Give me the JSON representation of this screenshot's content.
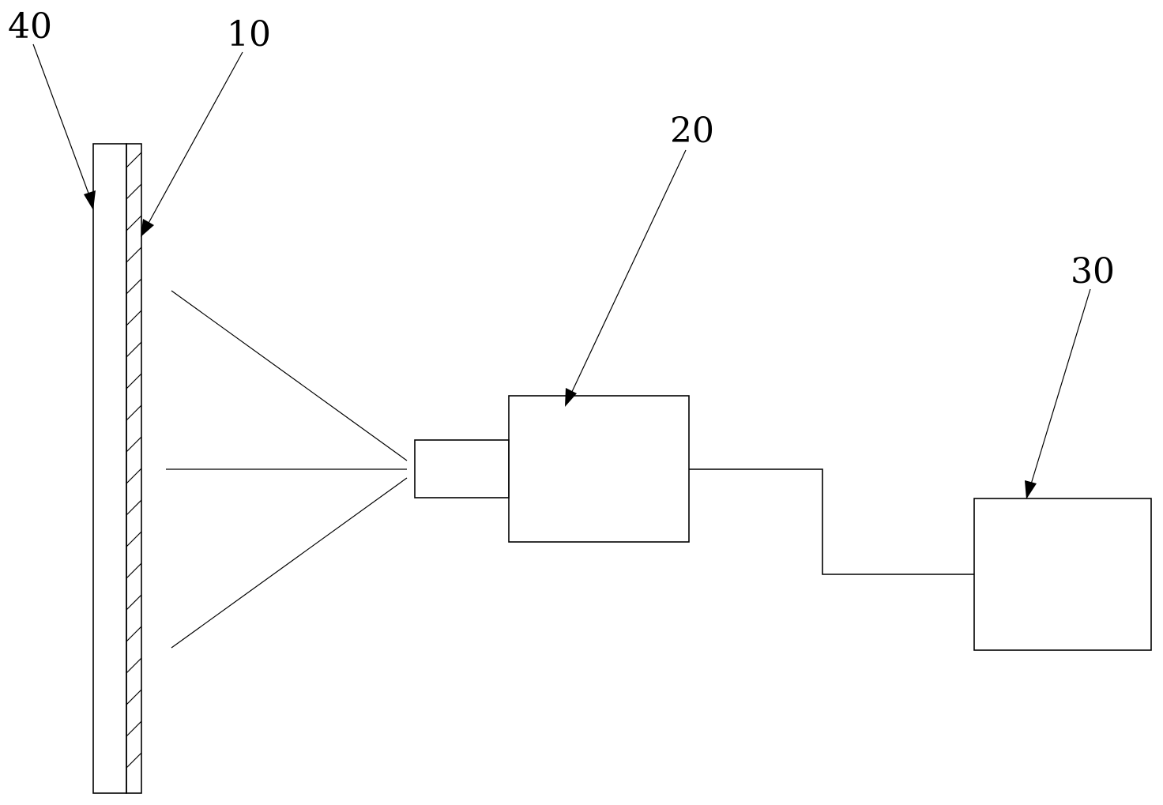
{
  "labels": {
    "ref_40": "40",
    "ref_10": "10",
    "ref_20": "20",
    "ref_30": "30"
  },
  "colors": {
    "line": "#000000",
    "background": "#ffffff"
  }
}
